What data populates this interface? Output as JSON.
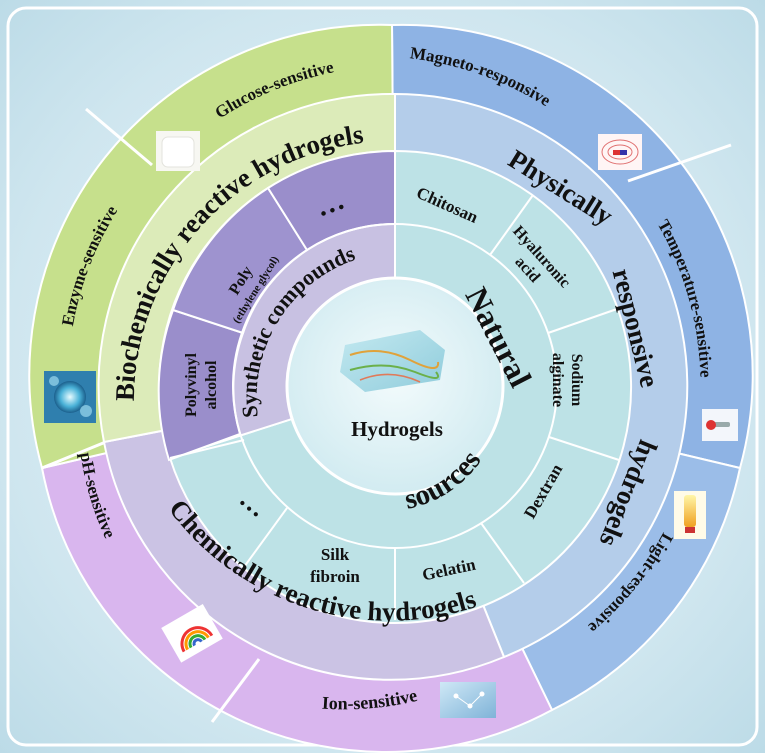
{
  "center": {
    "title": "Hydrogels",
    "image_icon": "hydrogel-block-image"
  },
  "categories": {
    "natural": "Natural",
    "sources": "sources",
    "synthetic": "Synthetic compounds",
    "physical": [
      "Physically",
      "responsive",
      "hydrogels"
    ],
    "biochemical": "Biochemically reactive hydrogels",
    "chemical": "Chemically reactive hydrogels"
  },
  "natural_items": {
    "chitosan": "Chitosan",
    "hyaluronic": [
      "Hyaluronic",
      "acid"
    ],
    "sodium": [
      "Sodium",
      "alginate"
    ],
    "dextran": "Dextran",
    "gelatin": "Gelatin",
    "silk": [
      "Silk",
      "fibroin"
    ],
    "etc": "…"
  },
  "synthetic_items": {
    "pva": [
      "Polyvinyl",
      "alcohol"
    ],
    "peg": [
      "Poly",
      "(ethylene glycol)"
    ],
    "etc": "…"
  },
  "stimuli": {
    "magneto": "Magneto-responsive",
    "temperature": "Temperature-sensitive",
    "light": "Light-responsive",
    "ion": "Ion-sensitive",
    "ph": "pH-sensitive",
    "enzyme": "Enzyme-sensitive",
    "glucose": "Glucose-sensitive"
  },
  "colors": {
    "physical": "#8fb4e3",
    "physical_inner": "#b4cde9",
    "biochem": "#c5dd8a",
    "biochem_inner": "#dce9b8",
    "chem": "#d8b6ea",
    "chem_inner": "#c9c4e4",
    "natural": "#bfe2e6",
    "synthetic_light": "#c9c1e1",
    "synthetic_dark": "#9b8fcb"
  }
}
